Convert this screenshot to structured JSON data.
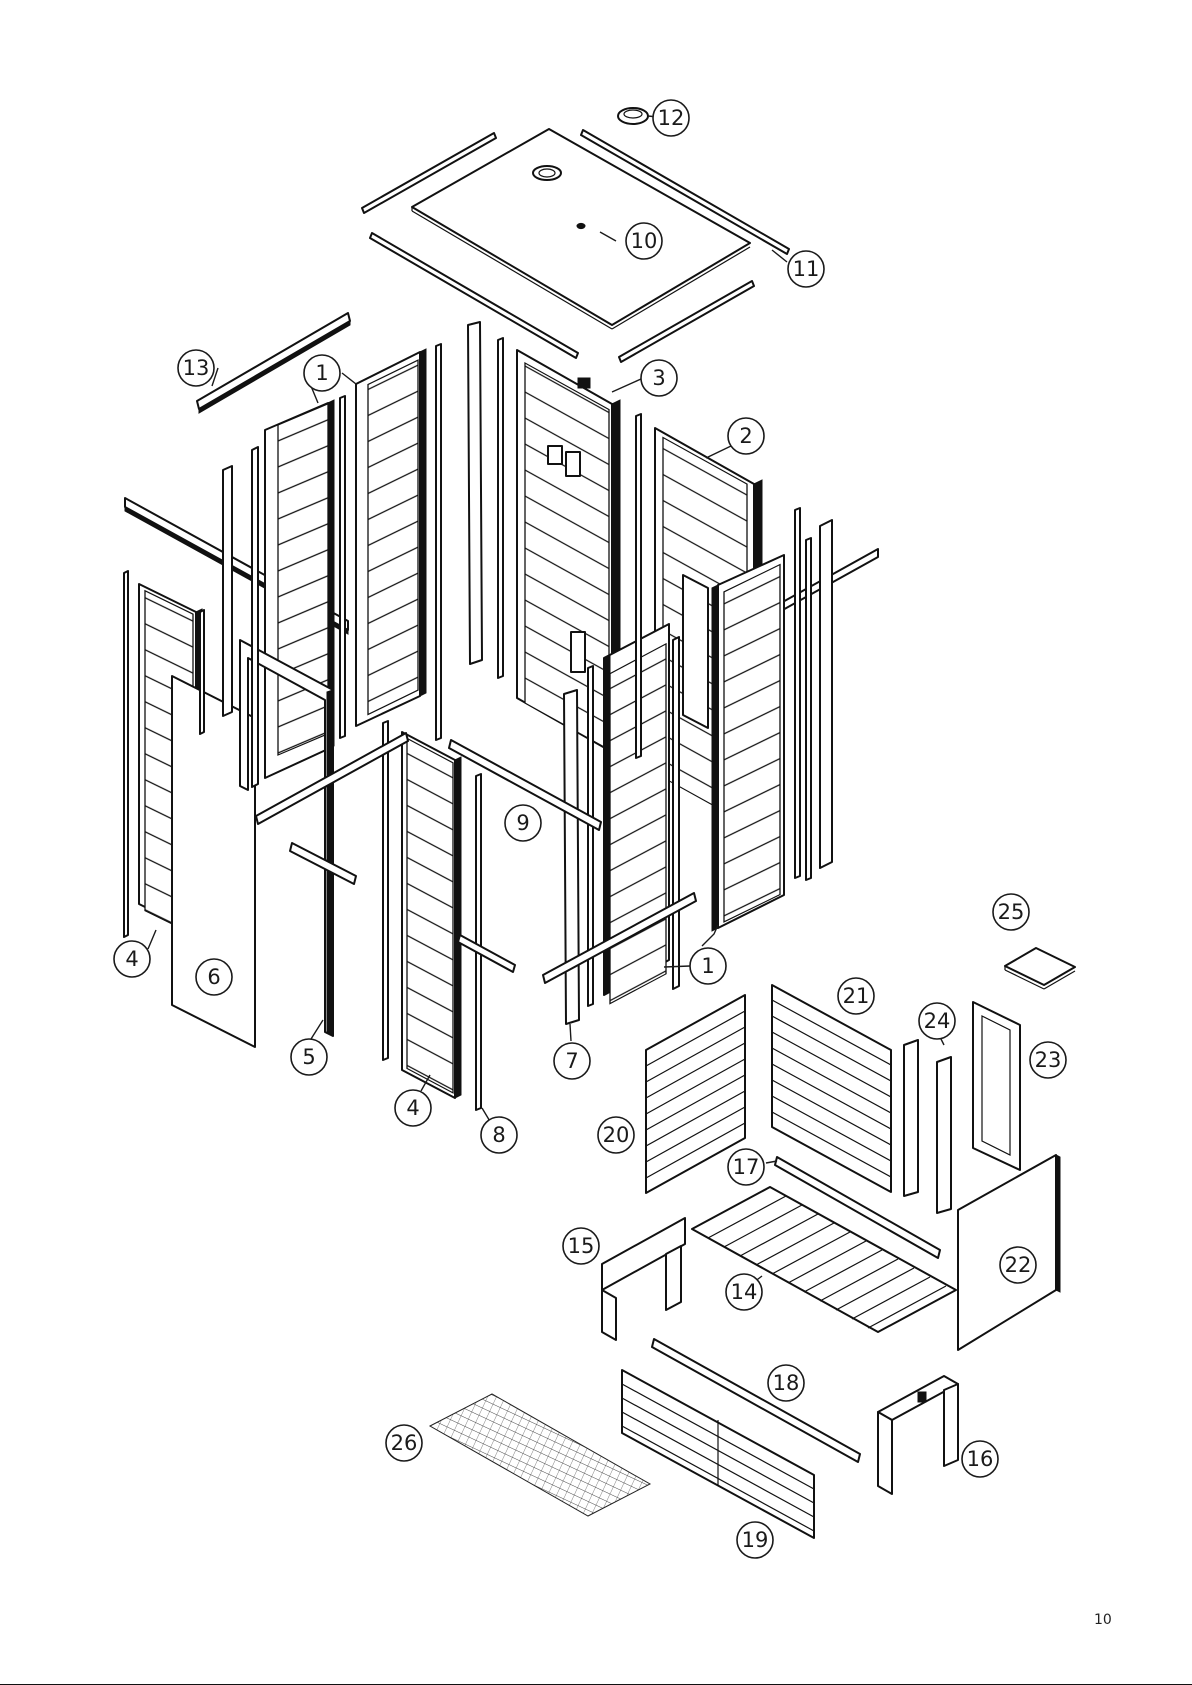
{
  "page": {
    "number": "10"
  },
  "callouts": [
    {
      "label": "1"
    },
    {
      "label": "1"
    },
    {
      "label": "2"
    },
    {
      "label": "3"
    },
    {
      "label": "4"
    },
    {
      "label": "4"
    },
    {
      "label": "5"
    },
    {
      "label": "6"
    },
    {
      "label": "7"
    },
    {
      "label": "8"
    },
    {
      "label": "9"
    },
    {
      "label": "10"
    },
    {
      "label": "11"
    },
    {
      "label": "12"
    },
    {
      "label": "13"
    },
    {
      "label": "14"
    },
    {
      "label": "15"
    },
    {
      "label": "16"
    },
    {
      "label": "17"
    },
    {
      "label": "18"
    },
    {
      "label": "19"
    },
    {
      "label": "20"
    },
    {
      "label": "21"
    },
    {
      "label": "22"
    },
    {
      "label": "23"
    },
    {
      "label": "24"
    },
    {
      "label": "25"
    },
    {
      "label": "26"
    }
  ]
}
